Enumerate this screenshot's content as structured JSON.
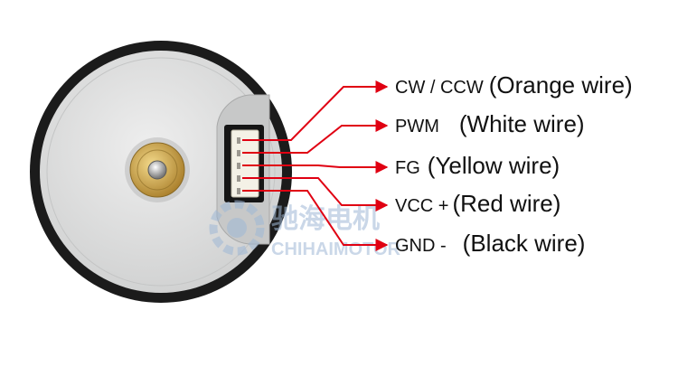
{
  "labels": [
    {
      "signal": "CW / CCW",
      "wire": "(Orange wire)"
    },
    {
      "signal": "PWM",
      "wire": "(White wire)"
    },
    {
      "signal": "FG",
      "wire": "(Yellow wire)"
    },
    {
      "signal": "VCC +",
      "wire": "(Red wire)"
    },
    {
      "signal": "GND -",
      "wire": "(Black wire)"
    }
  ],
  "watermark": {
    "cn": "驰海电机",
    "en": "CHIHAIMOTOR"
  },
  "colors": {
    "arrow": "#e00012",
    "text": "#111111",
    "motor_face": "#dcdddd",
    "motor_rim": "#1b1b1b",
    "shaft": "#c9a24a",
    "watermark": "#9fb8d6"
  }
}
